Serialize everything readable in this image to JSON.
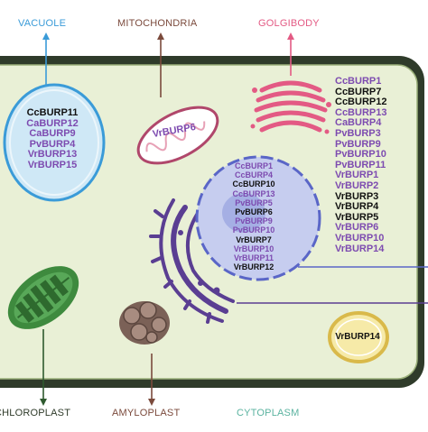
{
  "colors": {
    "cell_fill": "#e9f0d6",
    "cell_wall": "#2f3b2a",
    "vacuole_fill": "#cfe8f6",
    "vacuole_stroke": "#3a9bd8",
    "mito_stroke": "#b0476b",
    "golgi": "#e35a84",
    "nucleus_fill": "#c6cdef",
    "nucleus_stroke": "#5a66c7",
    "er": "#5a3e92",
    "chloroplast": "#3e8a3e",
    "amyloplast": "#7b6157",
    "cytoplasm_protein_fill": "#f6eaa8",
    "purple_text": "#7d4bb0",
    "black_text": "#111111"
  },
  "labels": {
    "vacuole": "VACUOLE",
    "mitochondria": "MITOCHONDRIA",
    "golgibody": "GOLGIBODY",
    "chloroplast": "CHLOROPLAST",
    "amyloplast": "AMYLOPLAST",
    "cytoplasm": "CYTOPLASM"
  },
  "vacuole_proteins": [
    {
      "name": "CcBURP11",
      "style": "black"
    },
    {
      "name": "CaBURP12",
      "style": "purple"
    },
    {
      "name": "CaBURP9",
      "style": "purple"
    },
    {
      "name": "PvBURP4",
      "style": "purple"
    },
    {
      "name": "VrBURP13",
      "style": "purple"
    },
    {
      "name": "VrBURP15",
      "style": "purple"
    }
  ],
  "mitochondria_proteins": [
    {
      "name": "VrBURP6",
      "style": "purple"
    }
  ],
  "nucleus_proteins": [
    {
      "name": "CcBURP1",
      "style": "purple"
    },
    {
      "name": "CcBURP4",
      "style": "purple"
    },
    {
      "name": "CcBURP10",
      "style": "black"
    },
    {
      "name": "CcBURP13",
      "style": "purple"
    },
    {
      "name": "PvBURP5",
      "style": "purple"
    },
    {
      "name": "PvBURP6",
      "style": "black"
    },
    {
      "name": "PvBURP9",
      "style": "purple"
    },
    {
      "name": "PvBURP10",
      "style": "purple"
    },
    {
      "name": "VrBURP7",
      "style": "black"
    },
    {
      "name": "VrBURP10",
      "style": "purple"
    },
    {
      "name": "VrBURP11",
      "style": "purple"
    },
    {
      "name": "VrBURP12",
      "style": "black"
    }
  ],
  "golgi_proteins": [
    {
      "name": "CcBURP1",
      "style": "purple"
    },
    {
      "name": "CcBURP7",
      "style": "black"
    },
    {
      "name": "CcBURP12",
      "style": "black"
    },
    {
      "name": "CcBURP13",
      "style": "purple"
    },
    {
      "name": "CaBURP4",
      "style": "purple"
    },
    {
      "name": "PvBURP3",
      "style": "purple"
    },
    {
      "name": "PvBURP9",
      "style": "purple"
    },
    {
      "name": "PvBURP10",
      "style": "purple"
    },
    {
      "name": "PvBURP11",
      "style": "purple"
    },
    {
      "name": "VrBURP1",
      "style": "purple"
    },
    {
      "name": "VrBURP2",
      "style": "purple"
    },
    {
      "name": "VrBURP3",
      "style": "black"
    },
    {
      "name": "VrBURP4",
      "style": "black"
    },
    {
      "name": "VrBURP5",
      "style": "black"
    },
    {
      "name": "VrBURP6",
      "style": "purple"
    },
    {
      "name": "VrBURP10",
      "style": "purple"
    },
    {
      "name": "VrBURP14",
      "style": "purple"
    }
  ],
  "cytoplasm_proteins": [
    {
      "name": "VrBURP14",
      "style": "black"
    }
  ]
}
